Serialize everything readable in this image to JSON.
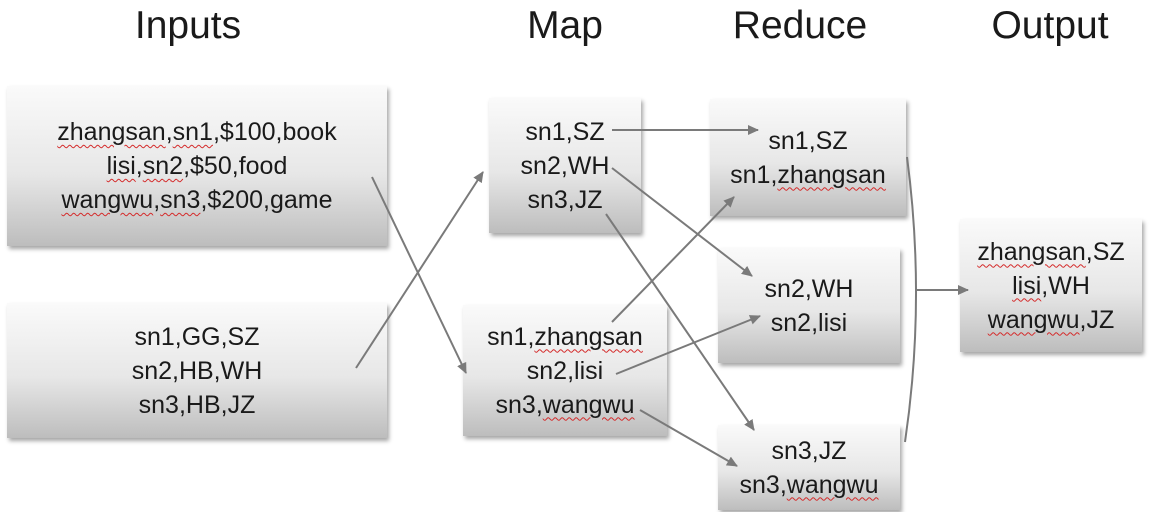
{
  "headings": {
    "inputs": "Inputs",
    "map": "Map",
    "reduce": "Reduce",
    "output": "Output"
  },
  "inputs": [
    {
      "lines": [
        "zhangsan,sn1,$100,book",
        "lisi,sn2,$50,food",
        "wangwu,sn3,$200,game"
      ]
    },
    {
      "lines": [
        "sn1,GG,SZ",
        "sn2,HB,WH",
        "sn3,HB,JZ"
      ]
    }
  ],
  "map": [
    {
      "lines": [
        "sn1,SZ",
        "sn2,WH",
        "sn3,JZ"
      ]
    },
    {
      "lines": [
        "sn1,zhangsan",
        "sn2,lisi",
        "sn3,wangwu"
      ]
    }
  ],
  "reduce": [
    {
      "lines": [
        "sn1,SZ",
        "sn1,zhangsan"
      ]
    },
    {
      "lines": [
        "sn2,WH",
        "sn2,lisi"
      ]
    },
    {
      "lines": [
        "sn3,JZ",
        "sn3,wangwu"
      ]
    }
  ],
  "output": {
    "lines": [
      "zhangsan,SZ",
      "lisi,WH",
      "wangwu,JZ"
    ]
  },
  "colors": {
    "arrow": "#7a7a7a",
    "spellcheck_underline": "#d42a2a"
  }
}
